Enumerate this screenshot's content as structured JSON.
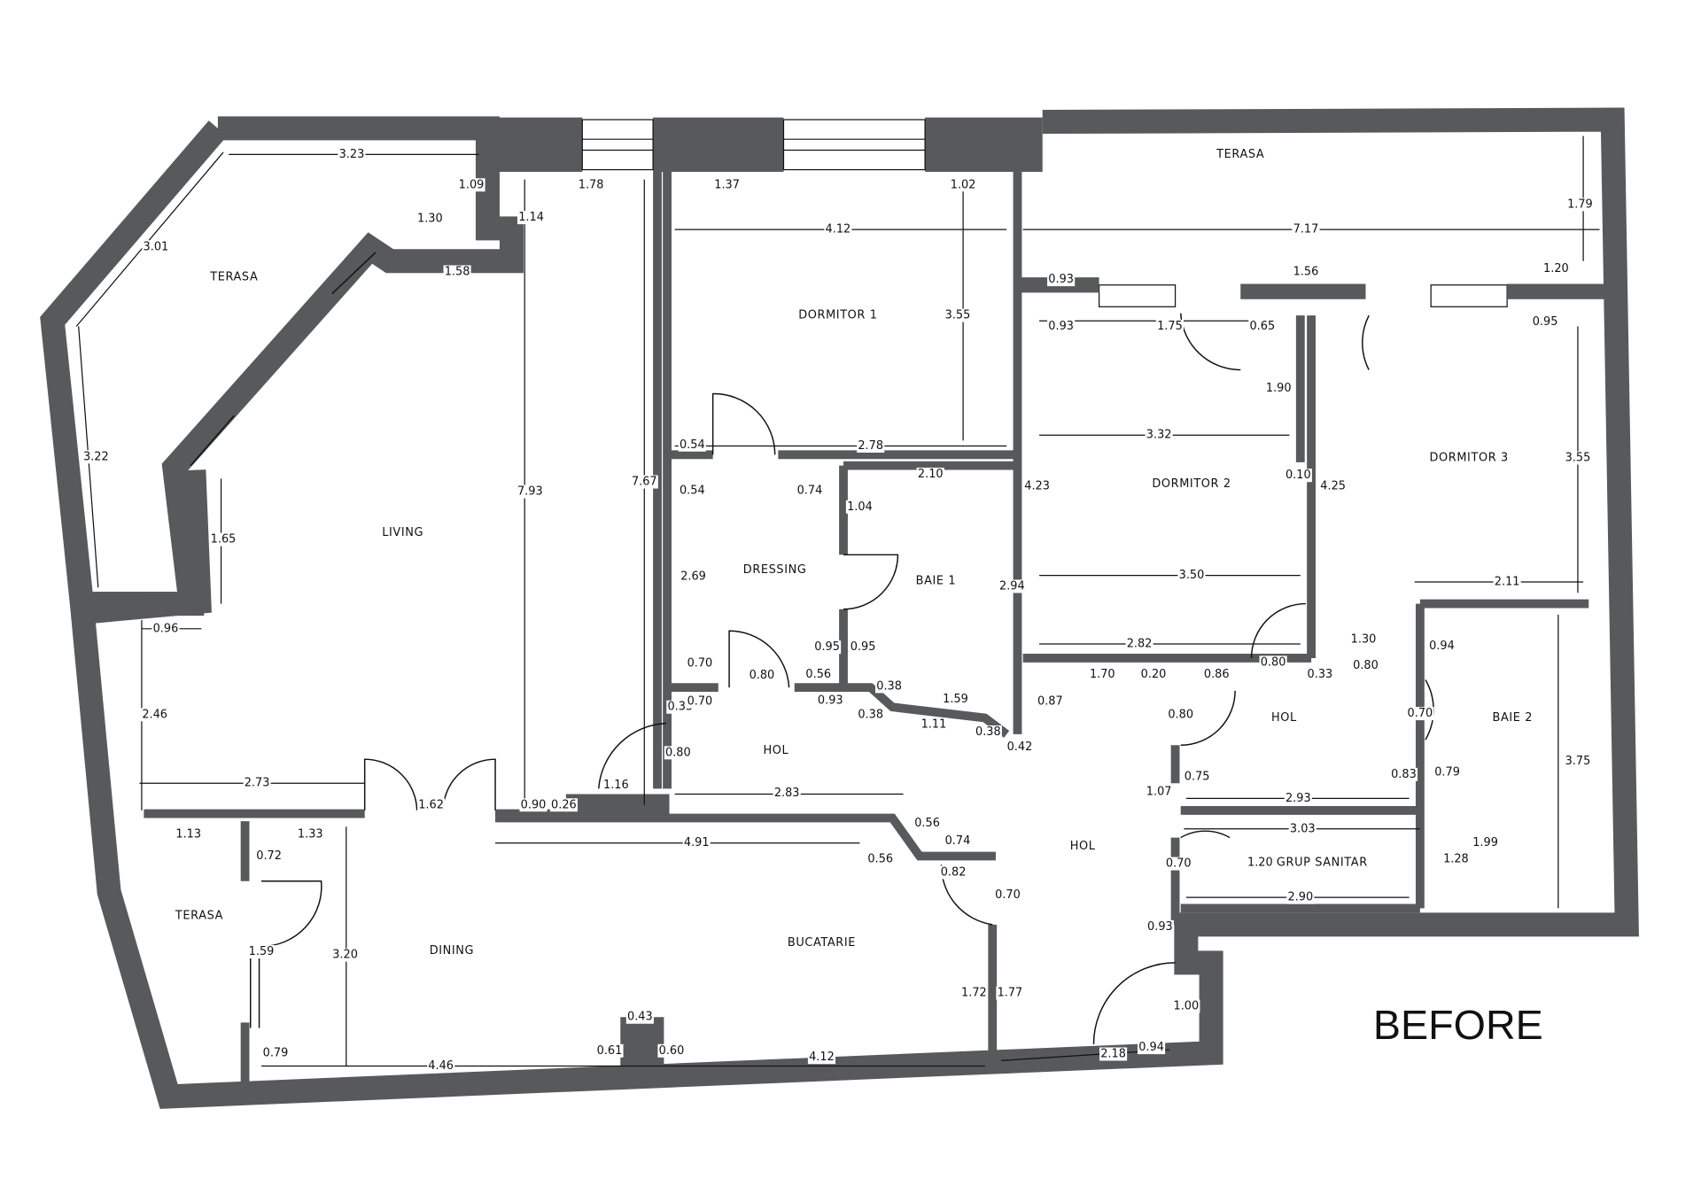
{
  "title": "BEFORE",
  "rooms": [
    "TERASA",
    "DORMITOR 1",
    "TERASA",
    "LIVING",
    "DORMITOR 2",
    "DORMITOR 3",
    "DRESSING",
    "BAIE 1",
    "HOL",
    "BAIE 2",
    "HOL",
    "HOL",
    "GRUP SANITAR",
    "TERASA",
    "DINING",
    "BUCATARIE"
  ],
  "dims": [
    "3.23",
    "1.09",
    "1.30",
    "3.01",
    "1.58",
    "3.22",
    "1.14",
    "1.78",
    "1.37",
    "1.02",
    "4.12",
    "3.55",
    "1.79",
    "7.17",
    "0.93",
    "1.56",
    "1.20",
    "0.93",
    "1.75",
    "0.65",
    "0.95",
    "1.90",
    "7.93",
    "0.54",
    "2.78",
    "7.67",
    "0.54",
    "0.74",
    "2.10",
    "1.04",
    "3.32",
    "4.23",
    "0.10",
    "4.25",
    "3.55",
    "1.65",
    "2.69",
    "2.94",
    "3.50",
    "2.11",
    "0.96",
    "0.95",
    "0.95",
    "2.82",
    "1.30",
    "0.94",
    "0.70",
    "0.80",
    "0.56",
    "0.80",
    "0.80",
    "1.70",
    "0.20",
    "0.86",
    "0.33",
    "0.35",
    "0.70",
    "0.93",
    "0.38",
    "0.38",
    "1.59",
    "0.87",
    "0.80",
    "0.70",
    "2.46",
    "1.11",
    "0.38",
    "0.42",
    "0.80",
    "1.16",
    "0.75",
    "0.83",
    "0.79",
    "3.75",
    "1.07",
    "2.73",
    "1.62",
    "0.90",
    "0.26",
    "2.83",
    "2.93",
    "3.03",
    "0.56",
    "1.13",
    "1.33",
    "0.72",
    "4.91",
    "0.74",
    "0.56",
    "0.82",
    "1.99",
    "0.70",
    "1.20",
    "1.28",
    "0.70",
    "2.90",
    "1.59",
    "3.20",
    "0.93",
    "1.72",
    "1.77",
    "1.00",
    "0.43",
    "0.79",
    "0.61",
    "0.60",
    "4.46",
    "4.12",
    "2.18",
    "0.94"
  ]
}
